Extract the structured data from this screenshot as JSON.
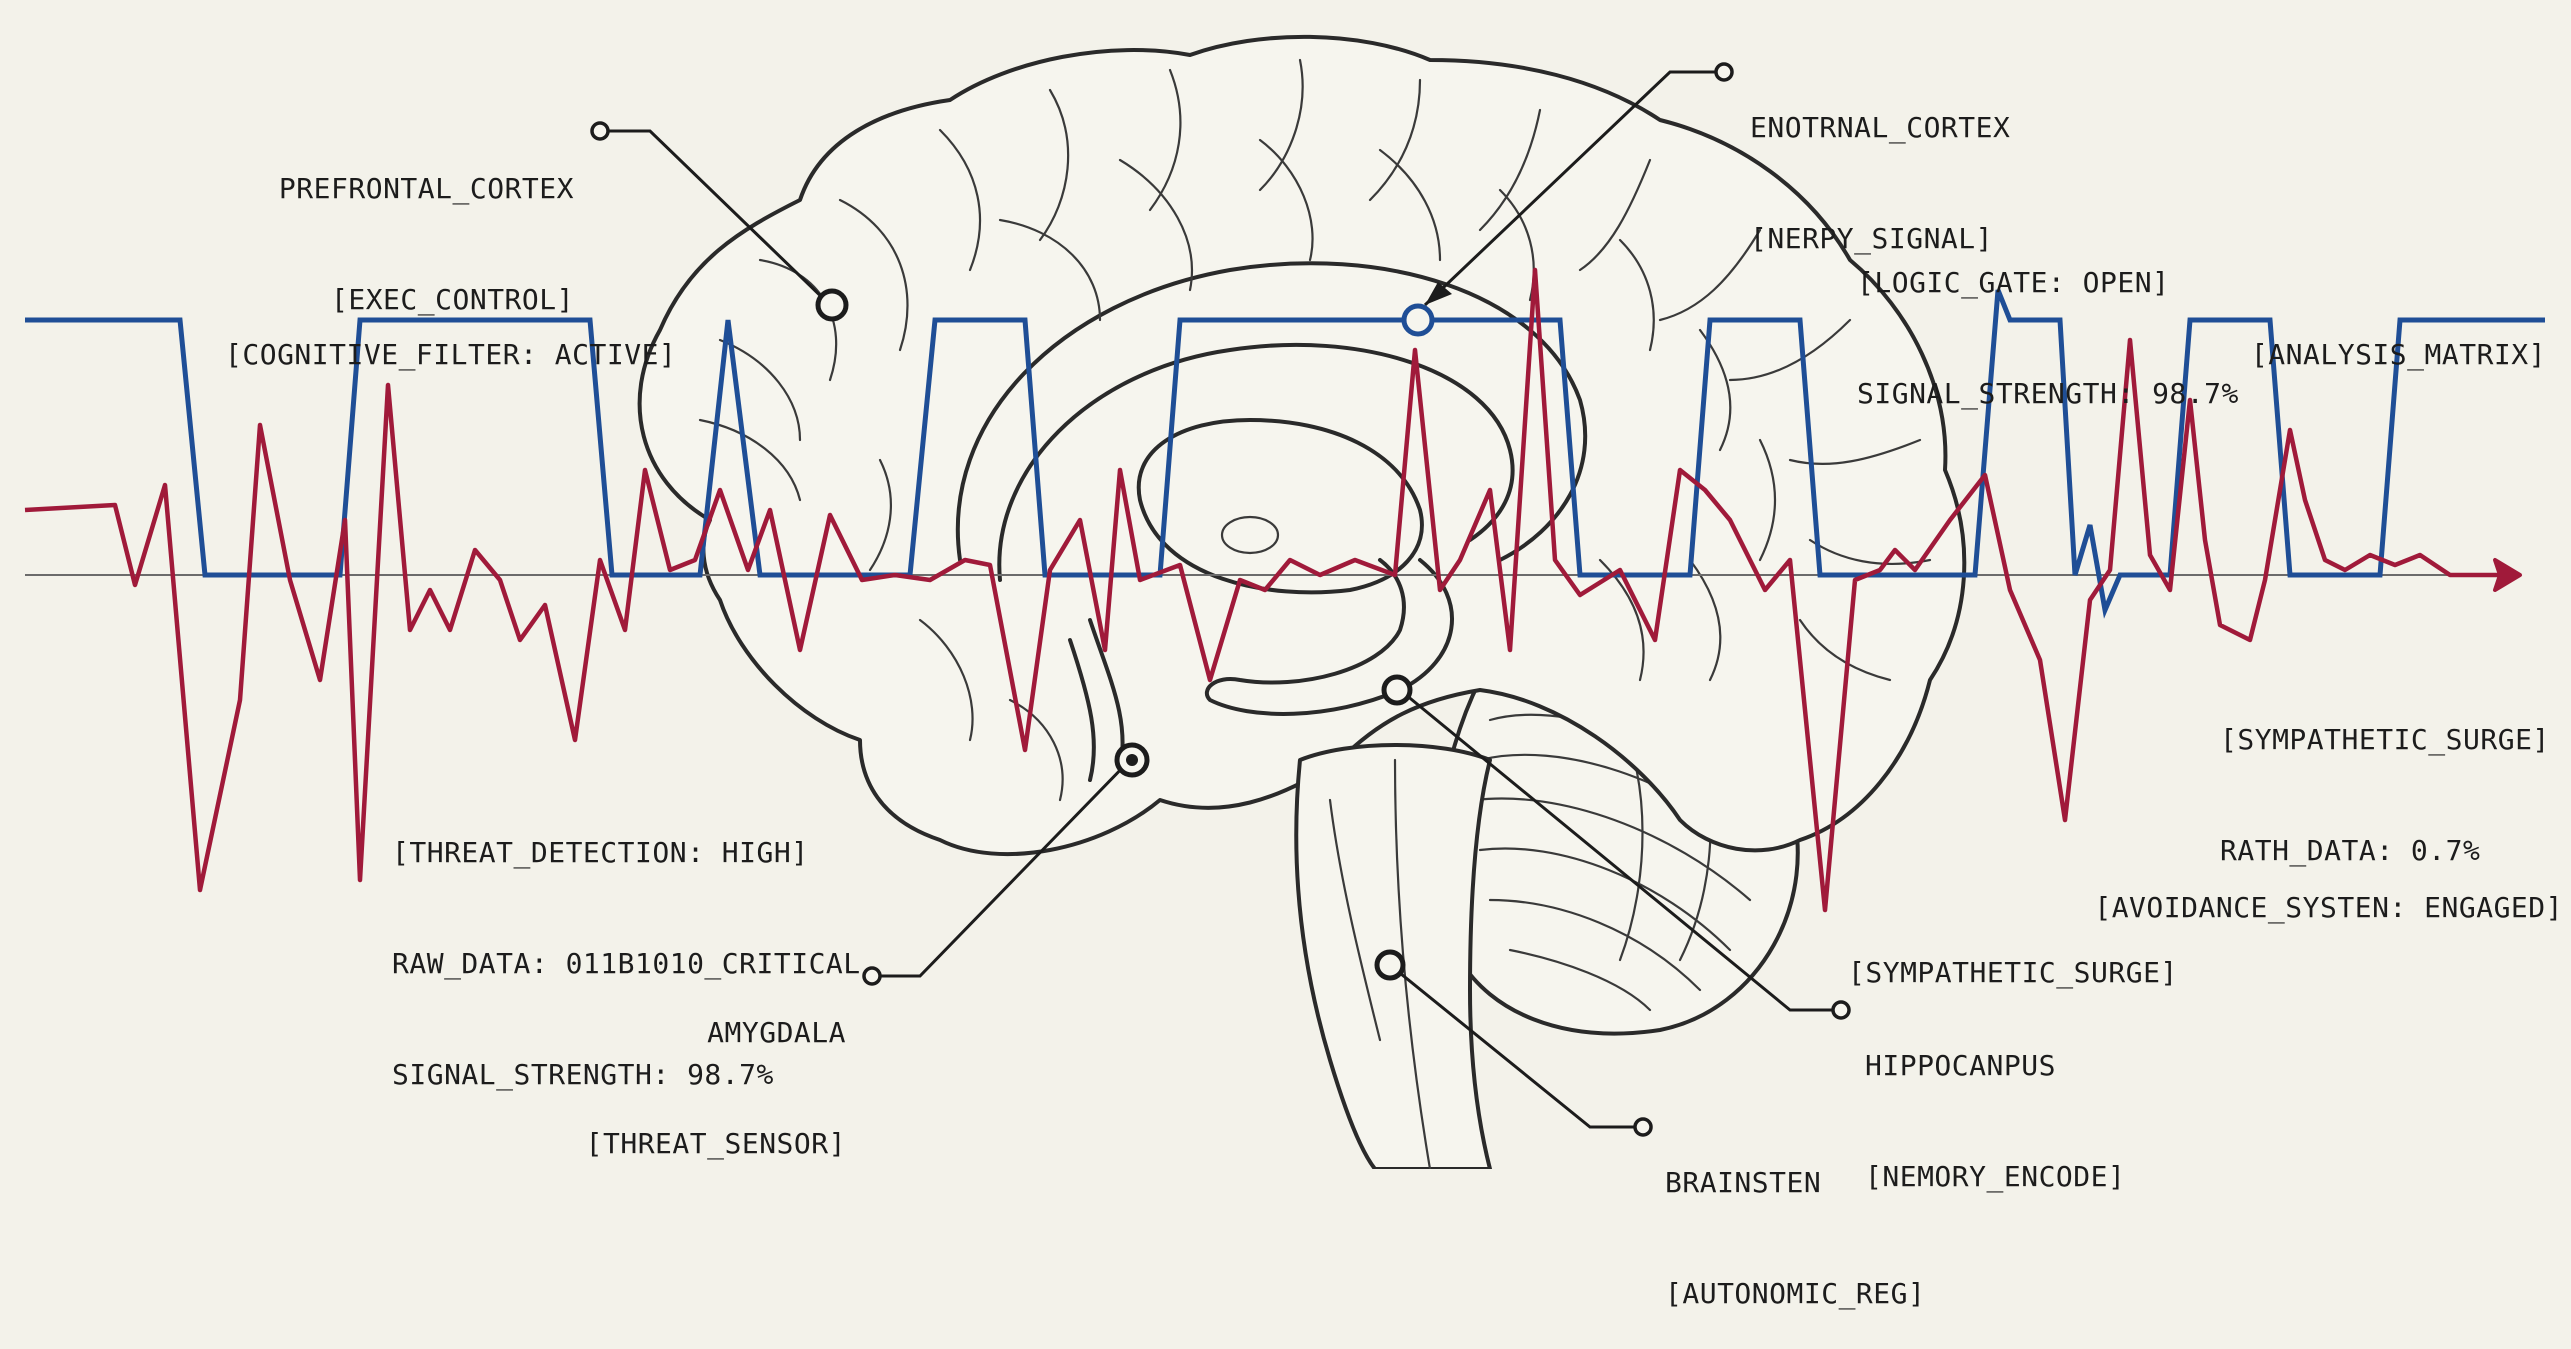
{
  "labels": {
    "prefrontal": {
      "line1": "PREFRONTAL_CORTEX",
      "line2": "[EXEC_CONTROL]"
    },
    "cognitive_filter": {
      "line1": "[COGNITIVE_FILTER: ACTIVE]"
    },
    "entorhinal": {
      "line1": "ENOTRNAL_CORTEX",
      "line2": "[NERPY_SIGNAL]"
    },
    "logic_gate": {
      "line1": "[LOGIC_GATE: OPEN]",
      "line2": "SIGNAL_STRENGTH: 98.7%"
    },
    "analysis_matrix": {
      "line1": "[ANALYSIS_MATRIX]"
    },
    "threat_detection": {
      "line1": "[THREAT_DETECTION: HIGH]",
      "line2": "RAW_DATA: 011B1010_CRITICAL",
      "line3": "SIGNAL_STRENGTH: 98.7%"
    },
    "sympathetic_surge_right": {
      "line1": "[SYMPATHETIC_SURGE]",
      "line2": "RATH_DATA: 0.7%"
    },
    "avoidance": {
      "line1": "[AVOIDANCE_SYSTEN: ENGAGED]"
    },
    "sympathetic_surge_bottom": {
      "line1": "[SYMPATHETIC_SURGE]"
    },
    "amygdala": {
      "line1": "AMYGDALA",
      "line2": "[THREAT_SENSOR]"
    },
    "hippocampus": {
      "line1": "HIPPOCANPUS",
      "line2": "[NEMORY_ENCODE]"
    },
    "brainstem": {
      "line1": "BRAINSTEN",
      "line2": "[AUTONOMIC_REG]"
    }
  },
  "colors": {
    "background": "#f3f2ea",
    "blue_signal": "#1f4e96",
    "red_signal": "#a01a3a",
    "ink": "#1c1c1c"
  }
}
